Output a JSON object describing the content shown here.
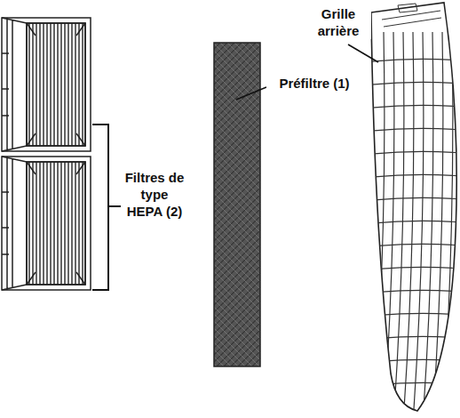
{
  "diagram": {
    "labels": [
      "Grille arrière",
      "Préfiltre (1)",
      "Filtres de type HEPA (2)"
    ]
  }
}
